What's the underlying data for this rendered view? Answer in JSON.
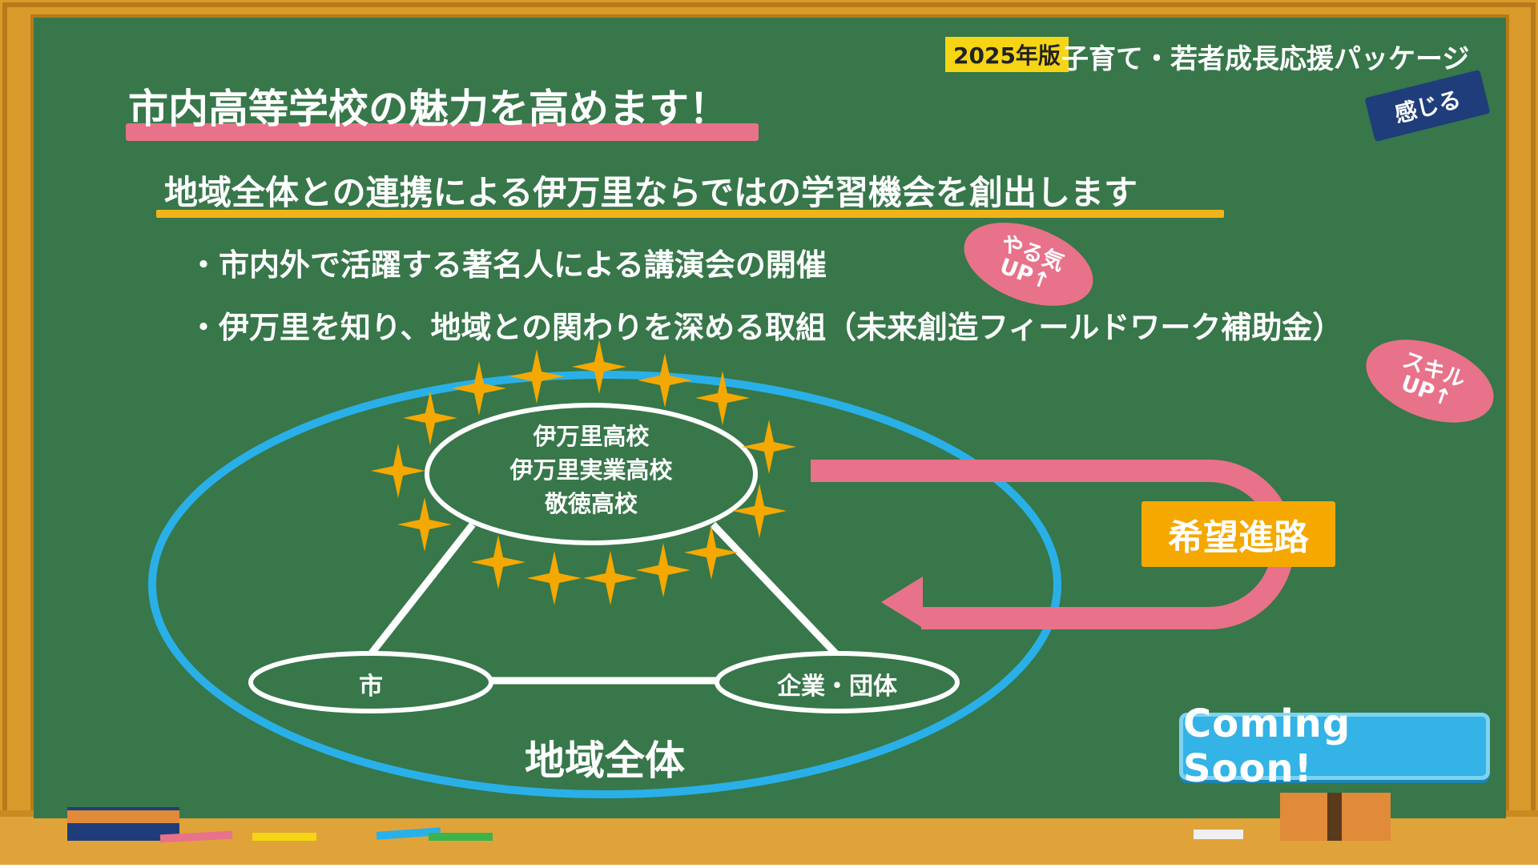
{
  "header": {
    "year_badge": "2025年版",
    "title": "子育て・若者成長応援パッケージ",
    "category_tag": "感じる"
  },
  "headline": "市内高等学校の魅力を高めます！",
  "subheadline": "地域全体との連携による伊万里ならではの学習機会を創出します",
  "bullets": [
    "・市内外で活躍する著名人による講演会の開催",
    "・伊万里を知り、地域との関わりを深める取組（未来創造フィールドワーク補助金）"
  ],
  "badges": {
    "motivation": [
      "やる気",
      "UP↑"
    ],
    "skill": [
      "スキル",
      "UP↑"
    ]
  },
  "diagram": {
    "schools": [
      "伊万里高校",
      "伊万里実業高校",
      "敬徳高校"
    ],
    "city": "市",
    "companies": "企業・団体",
    "region": "地域全体",
    "goal": "希望進路"
  },
  "coming_soon": "Coming Soon!",
  "colors": {
    "board": "#37774a",
    "frame": "#d99a2b",
    "pink": "#e8728a",
    "orange": "#f5a800",
    "blue_ellipse": "#2ab0e8",
    "coming_soon": "#33b3e6"
  },
  "icons": [
    "sparkle-icon",
    "return-arrow-icon",
    "eraser-icon",
    "chalk-icon"
  ]
}
